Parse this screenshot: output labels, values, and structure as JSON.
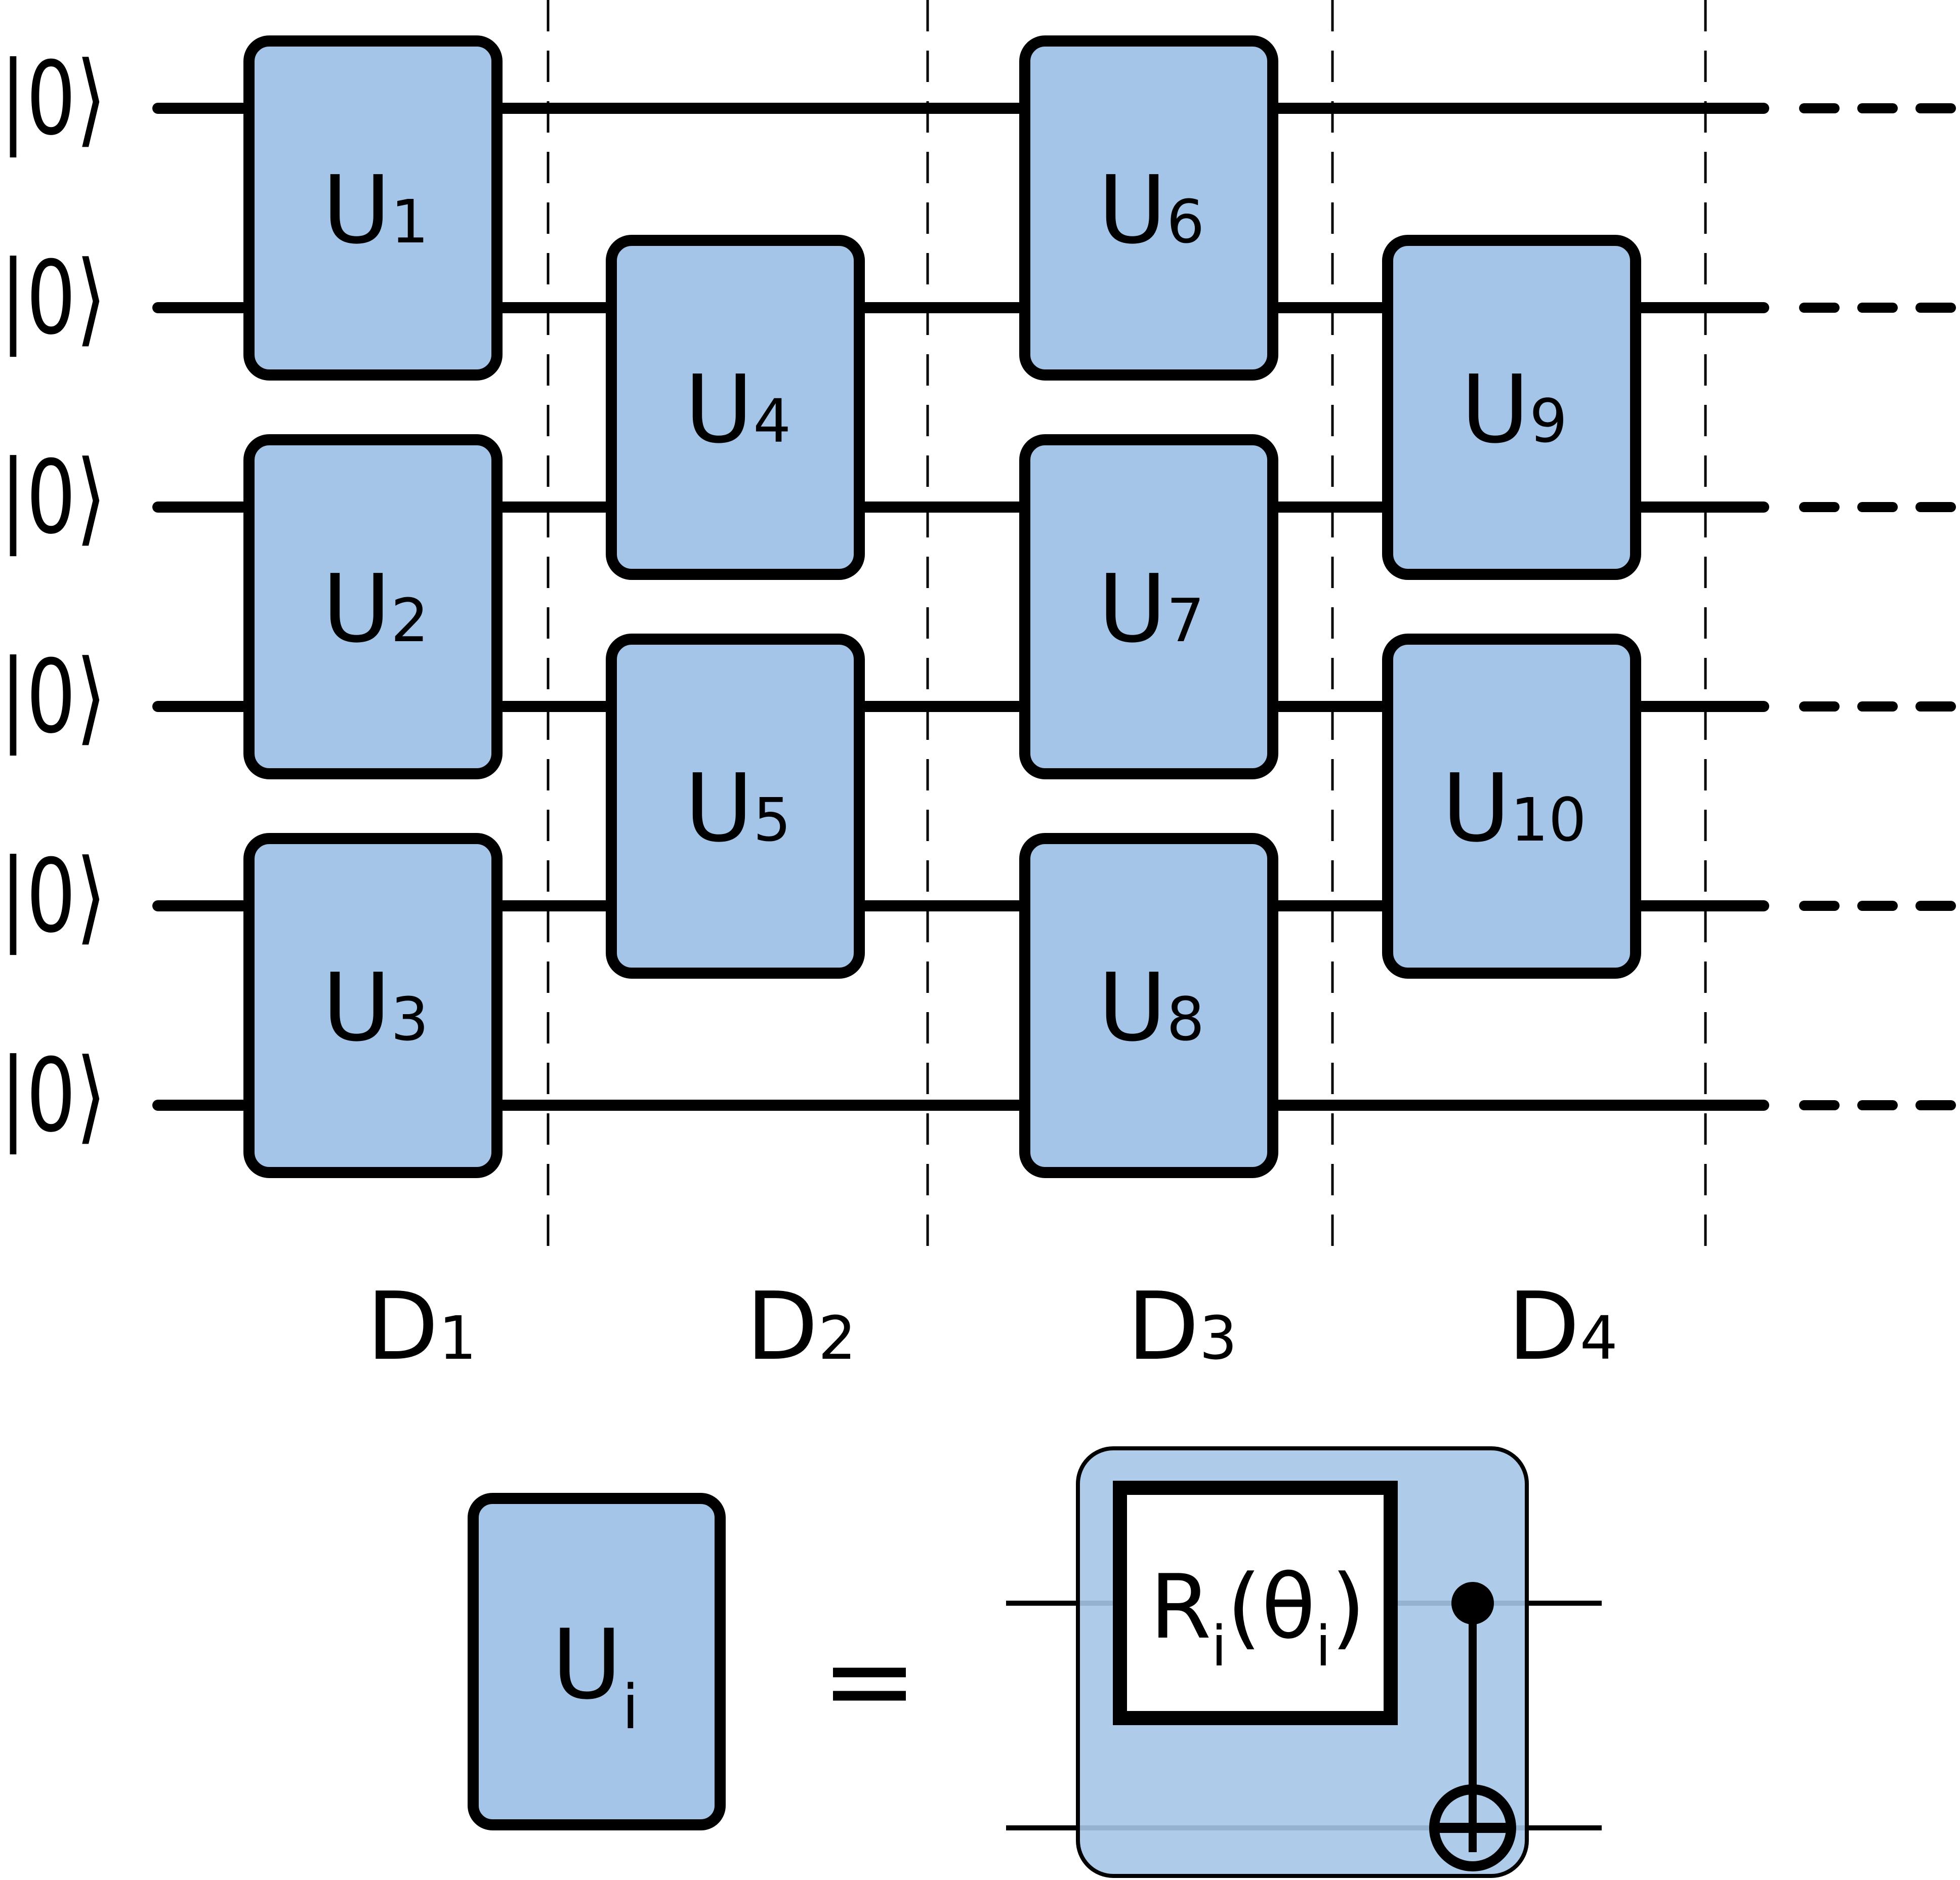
{
  "qubit_count": 6,
  "input_states": [
    "|0⟩",
    "|0⟩",
    "|0⟩",
    "|0⟩",
    "|0⟩",
    "|0⟩"
  ],
  "gates": [
    {
      "label": "U",
      "index": "1",
      "qubits": [
        1,
        2
      ],
      "layer": 1
    },
    {
      "label": "U",
      "index": "2",
      "qubits": [
        3,
        4
      ],
      "layer": 1
    },
    {
      "label": "U",
      "index": "3",
      "qubits": [
        5,
        6
      ],
      "layer": 1
    },
    {
      "label": "U",
      "index": "4",
      "qubits": [
        2,
        3
      ],
      "layer": 2
    },
    {
      "label": "U",
      "index": "5",
      "qubits": [
        4,
        5
      ],
      "layer": 2
    },
    {
      "label": "U",
      "index": "6",
      "qubits": [
        1,
        2
      ],
      "layer": 3
    },
    {
      "label": "U",
      "index": "7",
      "qubits": [
        3,
        4
      ],
      "layer": 3
    },
    {
      "label": "U",
      "index": "8",
      "qubits": [
        5,
        6
      ],
      "layer": 3
    },
    {
      "label": "U",
      "index": "9",
      "qubits": [
        2,
        3
      ],
      "layer": 4
    },
    {
      "label": "U",
      "index": "10",
      "qubits": [
        4,
        5
      ],
      "layer": 4
    }
  ],
  "layers": [
    {
      "label": "D",
      "index": "1"
    },
    {
      "label": "D",
      "index": "2"
    },
    {
      "label": "D",
      "index": "3"
    },
    {
      "label": "D",
      "index": "4"
    }
  ],
  "definition": {
    "gate_label": "U",
    "gate_index": "i",
    "equals": "=",
    "rotation_label": "R",
    "rotation_index": "i",
    "open_paren": "(",
    "theta": "θ",
    "theta_index": "i",
    "close_paren": ")"
  },
  "colors": {
    "gate_fill": "#a5c5e8",
    "stroke": "#000000",
    "background": "#ffffff"
  }
}
